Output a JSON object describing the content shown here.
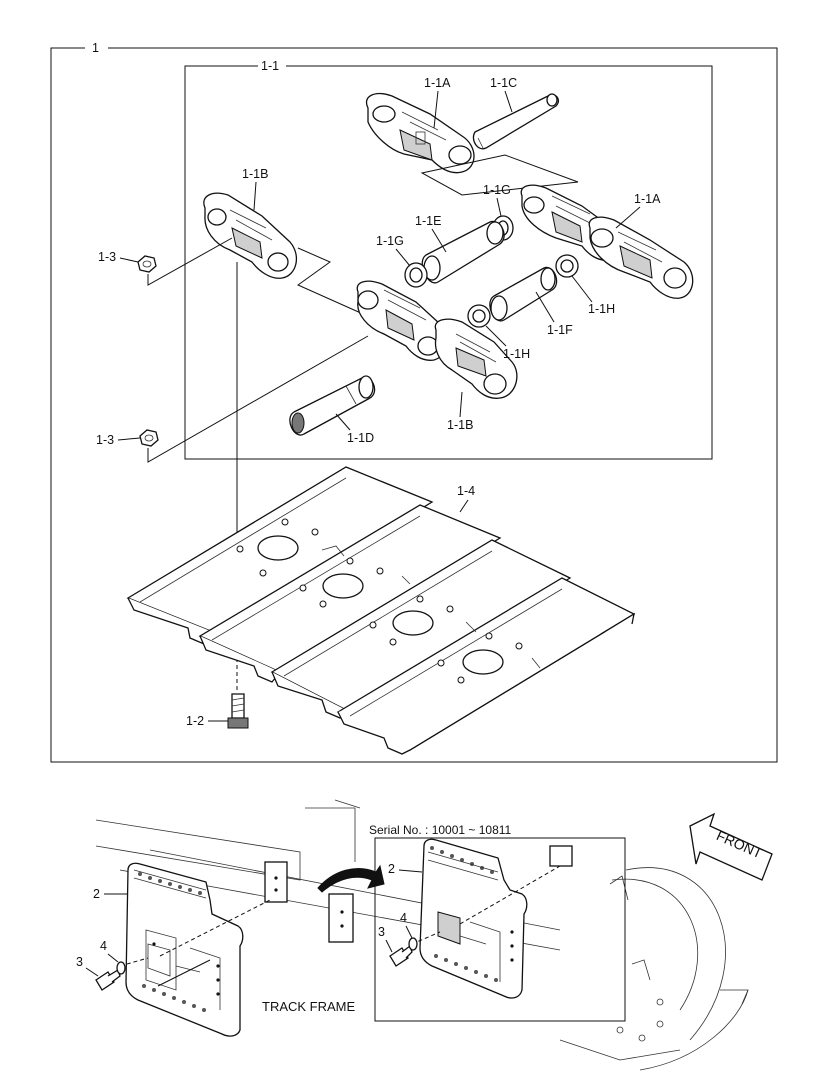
{
  "assembly": {
    "main_label": "1",
    "sub_label": "1-1"
  },
  "callouts": {
    "link_a_top": "1-1A",
    "pin_c": "1-1C",
    "link_b_left": "1-1B",
    "seal_g_upper": "1-1G",
    "link_a_right": "1-1A",
    "bushing_e": "1-1E",
    "seal_g_lower": "1-1G",
    "nut_upper": "1-3",
    "seal_h_right": "1-1H",
    "bushing_f": "1-1F",
    "seal_h_center": "1-1H",
    "nut_lower": "1-3",
    "pin_d": "1-1D",
    "link_b_bottom": "1-1B",
    "shoe_plate": "1-4",
    "shoe_bolt": "1-2"
  },
  "guard": {
    "serial": "Serial No. : 10001 ~ 10811",
    "frame_label": "TRACK FRAME",
    "front_arrow": "FRONT",
    "guard_left": "2",
    "washer_left": "4",
    "bolt_left": "3",
    "guard_inset": "2",
    "washer_inset": "4",
    "bolt_inset": "3"
  }
}
